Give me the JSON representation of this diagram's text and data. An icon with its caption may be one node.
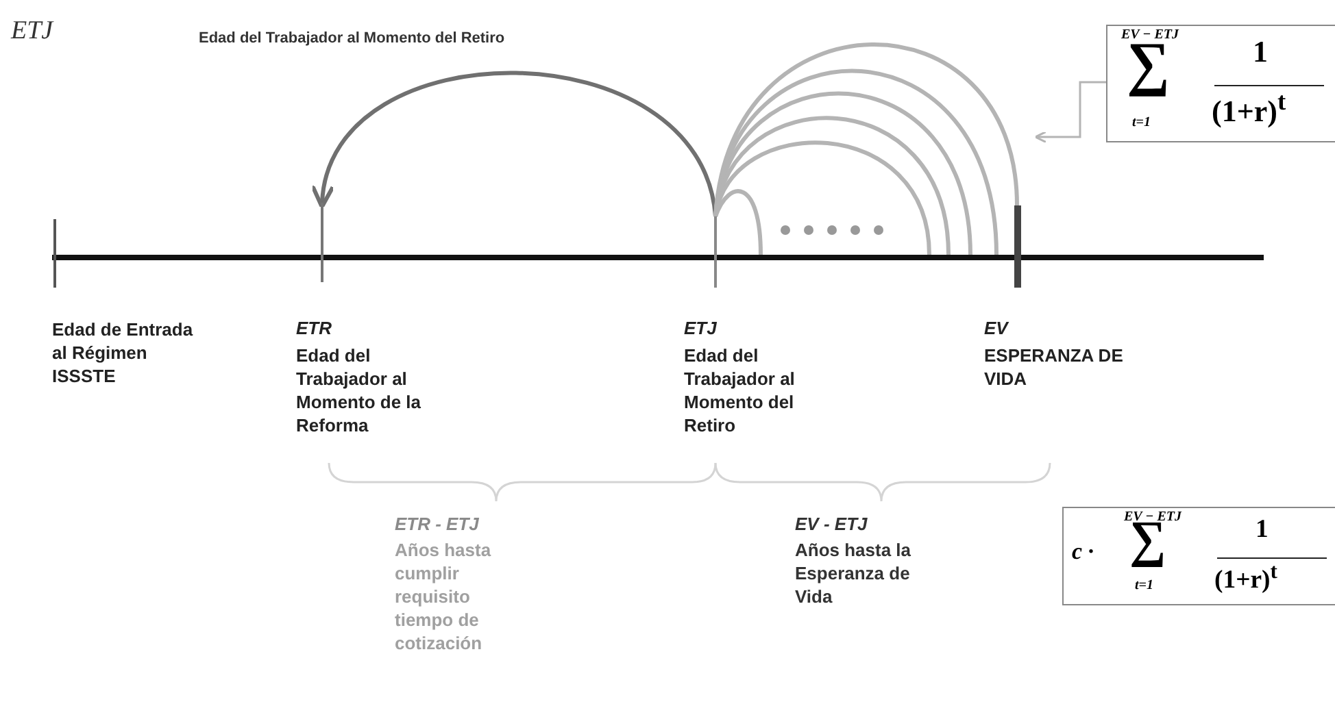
{
  "diagram": {
    "nodes": [
      {
        "text": [
          "Edad de Entrada al Régimen ISSSTE"
        ]
      },
      {
        "text": [
          "ETR",
          "Edad del Trabajador al Momento de la Reforma"
        ]
      },
      {
        "text": [
          "ETJ",
          "Edad del Trabajador al Momento del Retiro"
        ]
      },
      {
        "text": [
          "EV",
          "ESPERANZA DE VIDA"
        ]
      },
      {
        "text": [
          "EV − ETJ",
          "∑",
          "t=1",
          "1",
          "(1+r)$^{t}$"
        ]
      },
      {
        "text": [
          "c ·",
          "EV − ETJ",
          "∑",
          "t=1",
          "1",
          "(1+r)$^{t}$"
        ]
      }
    ],
    "edges": [
      {
        "from": 2,
        "to": 1,
        "arrow": "to",
        "color": "#707070"
      },
      {
        "from": 2,
        "to": 3,
        "arrow": "none"
      },
      {
        "from": 2,
        "to": null,
        "arrow": "none"
      },
      {
        "from": 2,
        "to": null,
        "arrow": "none"
      },
      {
        "from": 2,
        "to": null,
        "arrow": "none"
      },
      {
        "from": 2,
        "to": null,
        "arrow": "none"
      },
      {
        "from": 2,
        "to": null,
        "arrow": "none"
      },
      {
        "from": 4,
        "to": null,
        "arrow": "to"
      }
    ],
    "labels": [
      "ETJ",
      "Edad del Trabajador al Momento del Retiro",
      "ETR - ETJ",
      "Años hasta cumplir requisito tiempo de cotización",
      "EV - ETJ",
      "Años hasta la Esperanza de Vida"
    ]
  }
}
